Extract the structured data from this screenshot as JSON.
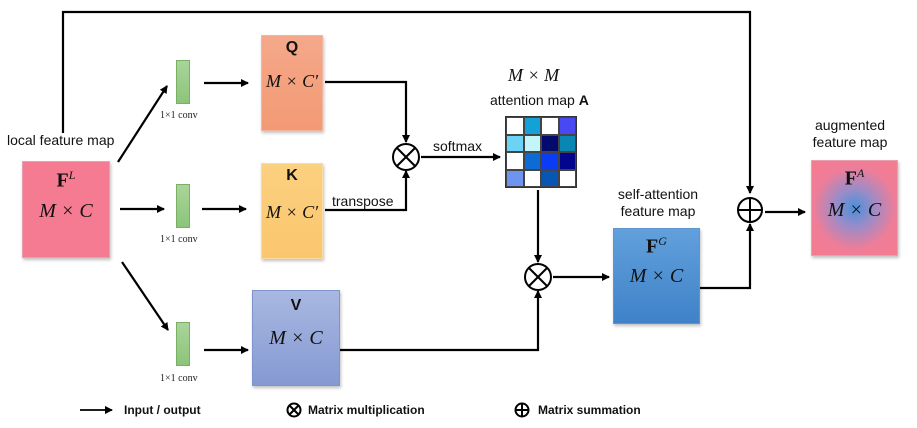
{
  "labels": {
    "local_feature_map": "local feature map",
    "attention_dim": "M × M",
    "attention_map": "attention map",
    "attention_symbol": "A",
    "softmax": "softmax",
    "transpose": "transpose",
    "self_attention": "self-attention",
    "feature_map": "feature map",
    "augmented": "augmented",
    "augmented_feature_map": "feature map",
    "conv": "1×1 conv"
  },
  "boxes": {
    "FL": {
      "symbol": "F",
      "sup": "L",
      "dim": "M × C",
      "color": "#f47b92"
    },
    "Q": {
      "title": "Q",
      "dim": "M × C′",
      "color": "#f4a07e"
    },
    "K": {
      "title": "K",
      "dim": "M × C′",
      "color": "#fbcd79"
    },
    "V": {
      "title": "V",
      "dim": "M × C",
      "color": "#8fa3d8"
    },
    "FG": {
      "symbol": "F",
      "sup": "G",
      "dim": "M × C",
      "color": "#4f8fd0"
    },
    "FA": {
      "symbol": "F",
      "sup": "A",
      "dim": "M × C",
      "color": "#f47b92",
      "center_color": "#4a90d9"
    }
  },
  "attention_matrix": [
    [
      "#ffffff",
      "#13a2d8",
      "#ffffff",
      "#4848f4"
    ],
    [
      "#6dd3f5",
      "#c3f6fb",
      "#020a6e",
      "#0887b4"
    ],
    [
      "#ffffff",
      "#0c6cd4",
      "#0a3cf6",
      "#03058c"
    ],
    [
      "#6f94f0",
      "#ffffff",
      "#0756b4",
      "#ffffff"
    ]
  ],
  "operators": {
    "multiply": "⊗",
    "sum": "⊕"
  },
  "legend": [
    {
      "icon": "arrow-icon",
      "label": "Input / output"
    },
    {
      "icon": "matrix-multiplication-icon",
      "label": "Matrix multiplication"
    },
    {
      "icon": "matrix-summation-icon",
      "label": "Matrix summation"
    }
  ]
}
